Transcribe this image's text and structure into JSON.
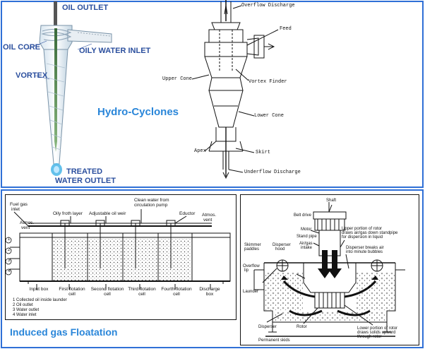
{
  "hydrocyclone_photo": {
    "oil_outlet": "OIL OUTLET",
    "oil_core": "OIL CORE",
    "oily_water_inlet": "OILY WATER INLET",
    "vortex": "VORTEX",
    "treated_water_outlet_1": "TREATED",
    "treated_water_outlet_2": "WATER OUTLET"
  },
  "hydrocyclones_title": "Hydro-Cyclones",
  "cyclone_drawing": {
    "overflow_discharge": "Overflow Discharge",
    "feed": "Feed",
    "upper_cone": "Upper Cone",
    "vortex_finder": "Vortex Finder",
    "lower_cone": "Lower Cone",
    "apex": "Apex",
    "skirt": "Skirt",
    "underflow_discharge": "Underflow Discharge"
  },
  "flotation_drawing": {
    "fuel_gas_inlet_1": "Fuel gas",
    "fuel_gas_inlet_2": "inlet",
    "atmos_vent_left_1": "Atmos.",
    "atmos_vent_left_2": "vent",
    "oily_froth_layer": "Oily froth layer",
    "adjustable_oil_weir": "Adjustable oil weir",
    "clean_water_1": "Clean water from",
    "clean_water_2": "circulation pump",
    "eductor": "Eductor",
    "atmos_vent_right_1": "Atmos.",
    "atmos_vent_right_2": "vent",
    "cells": [
      {
        "line1": "Input box",
        "line2": ""
      },
      {
        "line1": "First flotation",
        "line2": "cell"
      },
      {
        "line1": "Second flotation",
        "line2": "cell"
      },
      {
        "line1": "Third flotation",
        "line2": "cell"
      },
      {
        "line1": "Fourth flotation",
        "line2": "cell"
      },
      {
        "line1": "Discharge",
        "line2": "box"
      }
    ],
    "legend": [
      "1   Collected oil inside launder",
      "2   Oil outlet",
      "3   Water outlet",
      "4   Water inlet"
    ],
    "markers": [
      "1",
      "2",
      "3",
      "4"
    ]
  },
  "induced_gas_title": "Induced gas Floatation",
  "rotor_drawing": {
    "shaft": "Shaft",
    "belt_drive": "Belt drive",
    "motor": "Motor",
    "stand_pipe": "Stand pipe",
    "air_gas_intake_1": "Air/gas",
    "air_gas_intake_2": "intake",
    "upper_rotor_1": "Upper portion of rotor",
    "upper_rotor_2": "draws air/gas down standpipe",
    "upper_rotor_3": "for dispersion in liquid",
    "skimmer_paddles_1": "Skimmer",
    "skimmer_paddles_2": "paddles",
    "disperser_hood_1": "Disperser",
    "disperser_hood_2": "hood",
    "disperser_breaks_1": "Disperser breaks air",
    "disperser_breaks_2": "into minute bubbles",
    "overflow_lip_1": "Overflow",
    "overflow_lip_2": "lip",
    "launder": "Launder",
    "disperser": "Disperser",
    "rotor": "Rotor",
    "lower_rotor_1": "Lower portion of rotor",
    "lower_rotor_2": "draws solids upward",
    "lower_rotor_3": "through rotor",
    "permanent_skids": "Permanent skids"
  }
}
